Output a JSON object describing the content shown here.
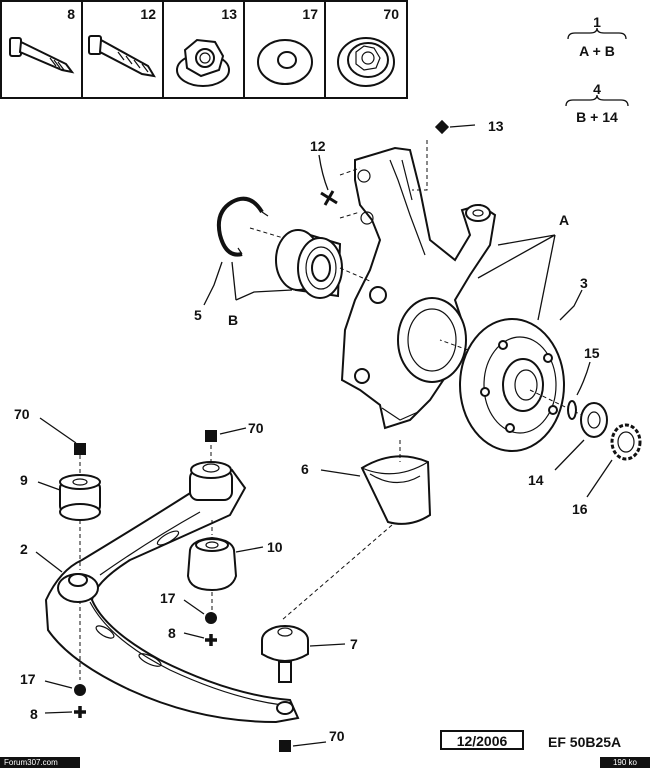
{
  "legend_table": {
    "cells": [
      {
        "label": "8",
        "icon": "long-bolt-icon"
      },
      {
        "label": "12",
        "icon": "short-bolt-icon"
      },
      {
        "label": "13",
        "icon": "flange-nut-icon"
      },
      {
        "label": "17",
        "icon": "flat-washer-icon"
      },
      {
        "label": "70",
        "icon": "locknut-washer-icon"
      }
    ]
  },
  "legend_formulas": [
    {
      "top": "1",
      "bottom": "A + B"
    },
    {
      "top": "4",
      "bottom": "B + 14"
    }
  ],
  "callouts": {
    "n13": "13",
    "n12": "12",
    "nA": "A",
    "n3": "3",
    "n5": "5",
    "nB": "B",
    "n15": "15",
    "n14": "14",
    "n16": "16",
    "n6": "6",
    "n70_left": "70",
    "n70_mid": "70",
    "n70_bottom": "70",
    "n9": "9",
    "n2": "2",
    "n10": "10",
    "n17_mid": "17",
    "n8_mid": "8",
    "n17_left": "17",
    "n8_left": "8",
    "n7": "7"
  },
  "footer": {
    "date": "12/2006",
    "ref": "EF 50B25A",
    "watermark_left": "Forum307.com",
    "watermark_right": "190 ko"
  },
  "colors": {
    "ink": "#111111",
    "paper": "#ffffff"
  }
}
